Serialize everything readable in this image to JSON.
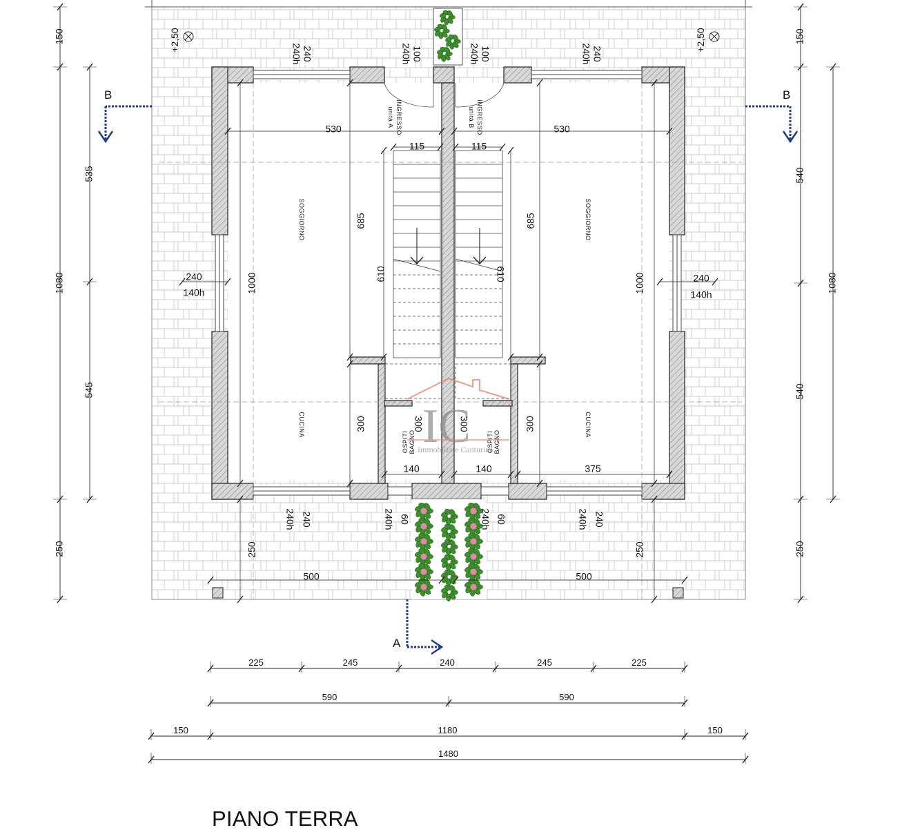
{
  "title": "PIANO TERRA",
  "rooms": {
    "soggiorno_left": "SOGGIORNO",
    "soggiorno_right": "SOGGIORNO",
    "cucina_left": "CUCINA",
    "cucina_right": "CUCINA",
    "bagno_left": "BAGNO",
    "bagno_right": "BAGNO",
    "ospiti_left": "OSPITI",
    "ospiti_right": "OSPITI",
    "ingresso_a": "INGRESSO",
    "ingresso_a_sub": "unità A",
    "ingresso_b": "INGRESSO",
    "ingresso_b_sub": "unità B"
  },
  "levels": {
    "left": "+2,50",
    "right": "+2,50"
  },
  "sections": {
    "b_left": "B",
    "b_right": "B",
    "a": "A"
  },
  "watermark": {
    "letters": "IC",
    "text": "Immobiliare Canturina"
  },
  "dimensions": {
    "top_left_150": "150",
    "top_right_150": "150",
    "left_535": "535",
    "left_545": "545",
    "left_1080": "1080",
    "left_250": "250",
    "right_540_top": "540",
    "right_540_bottom": "540",
    "right_1080": "1080",
    "right_250": "250",
    "win_top_l_240": "240",
    "win_top_l_240h": "240h",
    "door_top_l_100": "100",
    "door_top_l_240h": "240h",
    "door_top_r_240h": "240h",
    "door_top_r_100": "100",
    "win_top_r_240h": "240h",
    "win_top_r_240": "240",
    "int_530_left": "530",
    "int_530_right": "530",
    "stair_115_left": "115",
    "stair_115_right": "115",
    "int_685_left": "685",
    "int_685_right": "685",
    "int_610_left": "610",
    "int_610_right": "610",
    "int_1000_left": "1000",
    "int_1000_right": "1000",
    "side_win_l_240": "240",
    "side_win_l_140h": "140h",
    "side_win_r_240": "240",
    "side_win_r_140h": "140h",
    "int_300_left": "300",
    "int_300_right": "300",
    "bagno_300_left": "300",
    "bagno_300_right": "300",
    "bagno_140_left": "140",
    "bagno_140_right": "140",
    "int_375_right": "375",
    "win_bot_l_240h": "240h",
    "win_bot_l_240": "240",
    "win_bot_c_240h_l": "240h",
    "win_bot_c_60_l": "60",
    "win_bot_c_240h_r": "240h",
    "win_bot_c_60_r": "60",
    "win_bot_r_240h": "240h",
    "win_bot_r_240": "240",
    "garden_250_left": "250",
    "garden_250_right": "250",
    "garden_500_left": "500",
    "garden_500_right": "500"
  },
  "bottom_dims": {
    "row1": [
      "225",
      "245",
      "240",
      "245",
      "225"
    ],
    "row2": [
      "590",
      "590"
    ],
    "row3": [
      "150",
      "1180",
      "150"
    ],
    "row4": [
      "1480"
    ]
  },
  "colors": {
    "line": "#222222",
    "section_arrow": "#1f3c88",
    "watermark_accent": "#e8775a",
    "plant_green": "#3e8e2e",
    "flower_pink": "#e08aa8"
  }
}
